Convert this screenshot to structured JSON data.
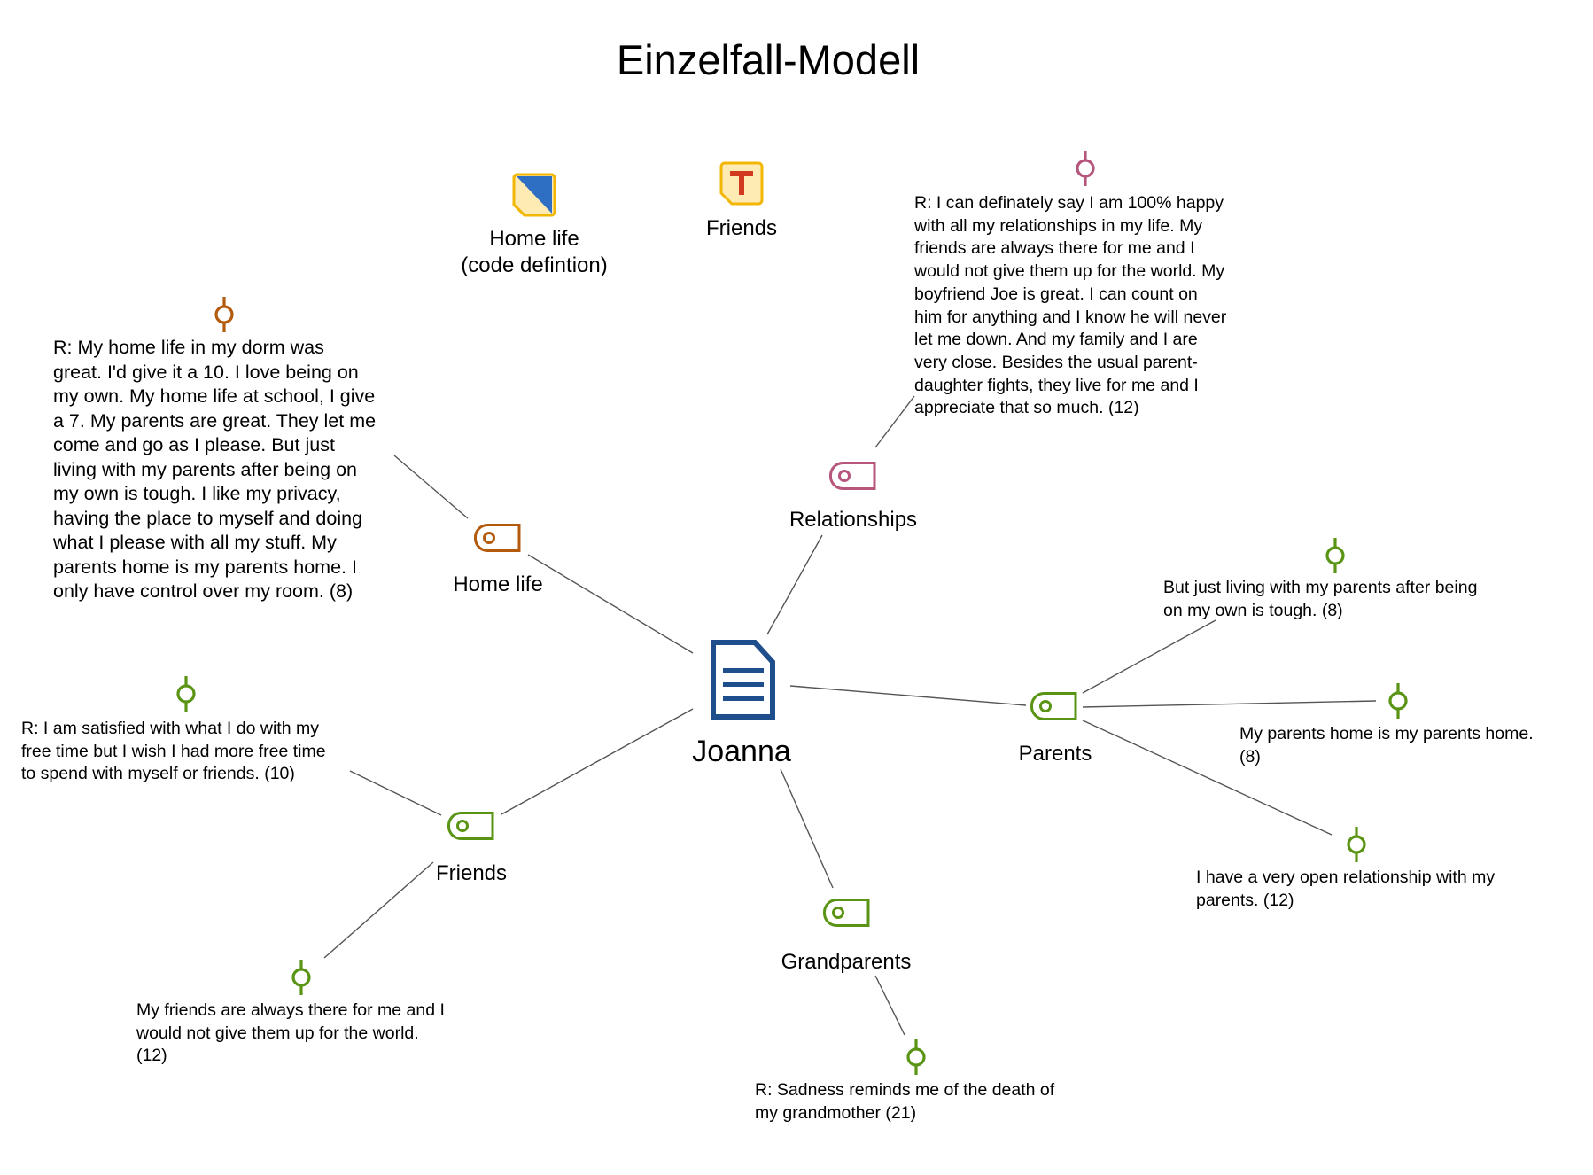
{
  "title": "Einzelfall-Modell",
  "document": {
    "label": "Joanna",
    "icon": "document-icon",
    "color": "#1f4e8c"
  },
  "legend": [
    {
      "id": "home-life-def",
      "label_line1": "Home life",
      "label_line2": "(code defintion)",
      "icon": "code-definition-icon",
      "color": "#2e6fc4"
    },
    {
      "id": "friends-text",
      "label": "Friends",
      "icon": "text-memo-icon",
      "color": "#d13a1e"
    }
  ],
  "codes": [
    {
      "id": "home-life",
      "label": "Home life",
      "color": "#b35a0c"
    },
    {
      "id": "relationships",
      "label": "Relationships",
      "color": "#b6567d"
    },
    {
      "id": "parents",
      "label": "Parents",
      "color": "#5a9414"
    },
    {
      "id": "friends",
      "label": "Friends",
      "color": "#5a9414"
    },
    {
      "id": "grandparents",
      "label": "Grandparents",
      "color": "#5a9414"
    }
  ],
  "segments": [
    {
      "id": "seg-home",
      "code": "home-life",
      "color": "#b35a0c",
      "text": "R: My home life in my dorm was\ngreat. I'd give it a 10. I love being on\nmy own. My home life at school, I give\na 7. My parents are great. They let me\ncome and go as I please. But just\nliving with my parents after being on\nmy own is tough. I like my privacy,\nhaving the place to myself and doing\nwhat I please with all my stuff. My\nparents home is my parents home. I\nonly have control over my room. (8)"
    },
    {
      "id": "seg-rel",
      "code": "relationships",
      "color": "#b6567d",
      "text": "R: I can definately say I am 100% happy\nwith all my relationships in my life. My\nfriends are always there for me and I\nwould not give them up for the world. My\nboyfriend Joe is great. I can count on\nhim for anything and I know he will never\nlet me down. And my family and I are\nvery close. Besides the usual parent-\ndaughter fights, they live for me and I\nappreciate that so much. (12)"
    },
    {
      "id": "seg-par1",
      "code": "parents",
      "color": "#5a9414",
      "text": "But just living with my parents after being\non my own is tough. (8)"
    },
    {
      "id": "seg-par2",
      "code": "parents",
      "color": "#5a9414",
      "text": "My parents home is my parents home.\n(8)"
    },
    {
      "id": "seg-par3",
      "code": "parents",
      "color": "#5a9414",
      "text": "I have a very open relationship with my\nparents. (12)"
    },
    {
      "id": "seg-fr1",
      "code": "friends",
      "color": "#5a9414",
      "text": "R: I am satisfied with what I do with my\nfree time but I wish I had more free time\nto spend with myself or friends. (10)"
    },
    {
      "id": "seg-fr2",
      "code": "friends",
      "color": "#5a9414",
      "text": "My friends are always there for me and I\nwould not give them up for the world.\n(12)"
    },
    {
      "id": "seg-gp",
      "code": "grandparents",
      "color": "#5a9414",
      "text": "R: Sadness reminds me of the death of\nmy grandmother (21)"
    }
  ],
  "colors": {
    "edge": "#555555",
    "definition_border": "#f2b705",
    "definition_fill": "#fdebb3"
  }
}
